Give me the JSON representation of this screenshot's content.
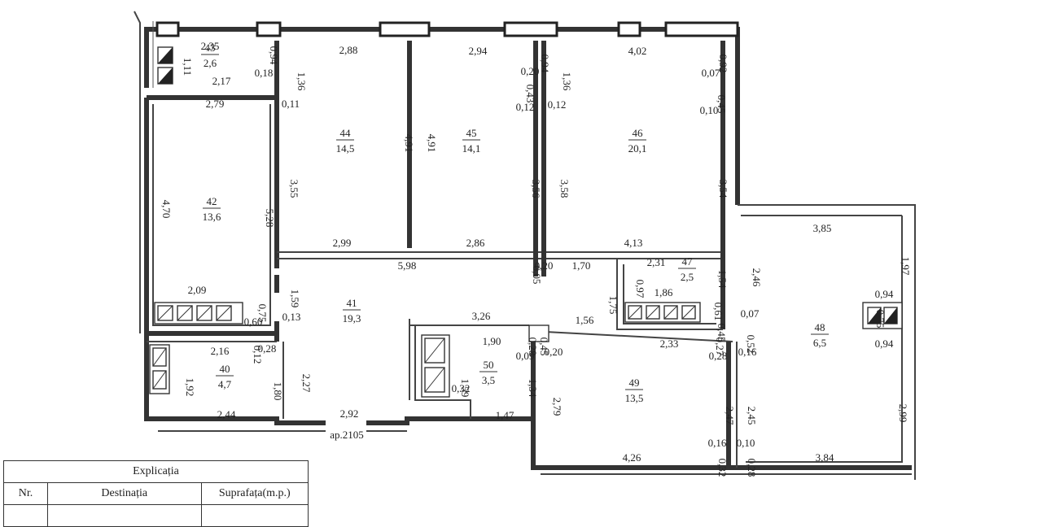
{
  "rooms": [
    {
      "id": "40",
      "num": "40",
      "area": "4,7"
    },
    {
      "id": "41",
      "num": "41",
      "area": "19,3"
    },
    {
      "id": "42",
      "num": "42",
      "area": "13,6"
    },
    {
      "id": "43",
      "num": "43",
      "area": "2,6"
    },
    {
      "id": "44",
      "num": "44",
      "area": "14,5"
    },
    {
      "id": "45",
      "num": "45",
      "area": "14,1"
    },
    {
      "id": "46",
      "num": "46",
      "area": "20,1"
    },
    {
      "id": "47",
      "num": "47",
      "area": "2,5"
    },
    {
      "id": "48",
      "num": "48",
      "area": "6,5"
    },
    {
      "id": "49",
      "num": "49",
      "area": "13,5"
    },
    {
      "id": "50",
      "num": "50",
      "area": "3,5"
    }
  ],
  "dimensions": [
    "2,35",
    "1,11",
    "0,94",
    "0,18",
    "2,17",
    "2,79",
    "1,36",
    "2,88",
    "0,11",
    "3,55",
    "5,28",
    "4,91",
    "2,94",
    "0,20",
    "0,43",
    "0,12",
    "4,91",
    "3,56",
    "4,02",
    "0,94",
    "1,36",
    "0,12",
    "3,58",
    "0,92",
    "0,07",
    "0,45",
    "0,10",
    "3,54",
    "4,70",
    "2,99",
    "2,86",
    "5,98",
    "0,05",
    "0,20",
    "1,70",
    "4,13",
    "2,31",
    "1,54",
    "0,97",
    "1,75",
    "1,86",
    "2,09",
    "1,59",
    "0,75",
    "0,13",
    "0,60",
    "3,26",
    "1,90",
    "1,56",
    "0,61",
    "0,45",
    "0,28",
    "0,45",
    "0,09",
    "0,20",
    "2,33",
    "2,46",
    "0,07",
    "0,27",
    "0,52",
    "0,28",
    "0,16",
    "3,85",
    "1,97",
    "0,94",
    "0,75",
    "0,94",
    "2,16",
    "0,12",
    "0,28",
    "2,27",
    "1,80",
    "1,92",
    "1 59",
    "0,32",
    "1,34",
    "2,79",
    "2,44",
    "2,92",
    "1,47",
    "ap.2105",
    "2,47",
    "2,45",
    "2,99",
    "4,26",
    "0,16",
    "0,10",
    "0,32",
    "0,28",
    "3,84"
  ],
  "legend": {
    "title": "Explicația",
    "col_nr": "Nr.",
    "col_destination": "Destinația",
    "col_area": "Suprafața(m.p.)"
  },
  "icons": [
    "ventilation-shaft-icon"
  ]
}
